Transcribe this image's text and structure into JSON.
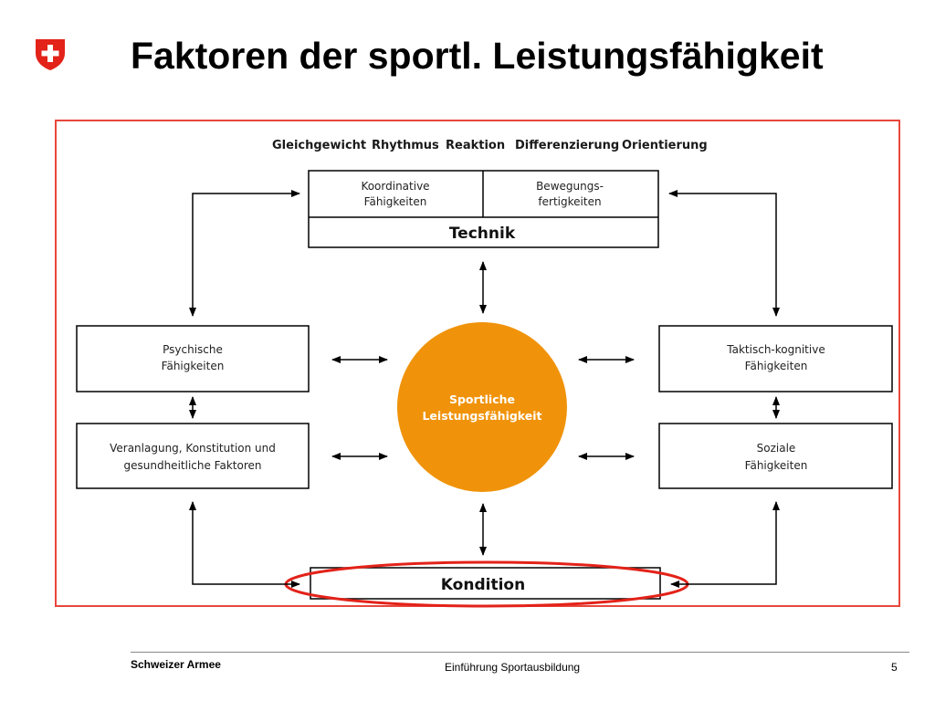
{
  "header": {
    "title": "Faktoren der sportl. Leistungsfähigkeit",
    "logo_icon": "swiss-cross-shield-icon"
  },
  "diagram": {
    "top_labels": [
      "Gleichgewicht",
      "Rhythmus",
      "Reaktion",
      "Differenzierung",
      "Orientierung"
    ],
    "technik_box": {
      "left_line1": "Koordinative",
      "left_line2": "Fähigkeiten",
      "right_line1": "Bewegungs-",
      "right_line2": "fertigkeiten",
      "label": "Technik"
    },
    "psychische": {
      "line1": "Psychische",
      "line2": "Fähigkeiten"
    },
    "veranlagung": {
      "line1": "Veranlagung, Konstitution und",
      "line2": "gesundheitliche Faktoren"
    },
    "taktisch": {
      "line1": "Taktisch-kognitive",
      "line2": "Fähigkeiten"
    },
    "soziale": {
      "line1": "Soziale",
      "line2": "Fähigkeiten"
    },
    "center": {
      "line1": "Sportliche",
      "line2": "Leistungsfähigkeit"
    },
    "kondition": {
      "label": "Kondition"
    },
    "colors": {
      "center_circle": "#f0930a",
      "highlight_ellipse": "#e32219",
      "frame": "#e8473c"
    }
  },
  "footer": {
    "organization": "Schweizer Armee",
    "course": "Einführung Sportausbildung",
    "page": "5"
  }
}
